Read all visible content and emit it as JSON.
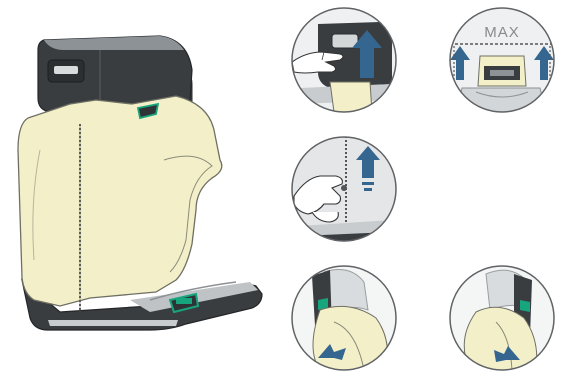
{
  "diagram": {
    "max_label": "MAX",
    "colors": {
      "cover": "#f3f0c9",
      "cover_outline": "#6f6f64",
      "frame_dark": "#3a3d40",
      "frame_mid": "#5b5f63",
      "frame_light": "#c9ccce",
      "accent_green": "#17a57e",
      "arrow_blue": "#35668f",
      "circle_border": "#5f6366"
    },
    "steps": [
      {
        "name": "headrest-release"
      },
      {
        "name": "headrest-max-height"
      },
      {
        "name": "cover-zipper"
      },
      {
        "name": "cover-left-side"
      },
      {
        "name": "cover-right-side"
      }
    ]
  }
}
